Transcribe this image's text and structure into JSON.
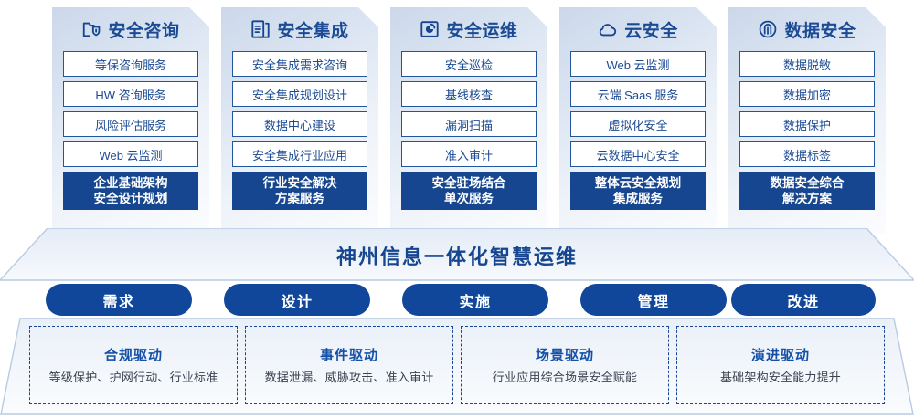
{
  "columns": [
    {
      "icon": "folder-shield-icon",
      "title": "安全咨询",
      "items": [
        "等保咨询服务",
        "HW 咨询服务",
        "风险评估服务",
        "Web 云监测"
      ],
      "primary": [
        "企业基础架构",
        "安全设计规划"
      ]
    },
    {
      "icon": "documents-stack-icon",
      "title": "安全集成",
      "items": [
        "安全集成需求咨询",
        "安全集成规划设计",
        "数据中心建设",
        "安全集成行业应用"
      ],
      "primary": [
        "行业安全解决",
        "方案服务"
      ]
    },
    {
      "icon": "monitor-chart-icon",
      "title": "安全运维",
      "items": [
        "安全巡检",
        "基线核查",
        "漏洞扫描",
        "准入审计"
      ],
      "primary": [
        "安全驻场结合",
        "单次服务"
      ]
    },
    {
      "icon": "cloud-icon",
      "title": "云安全",
      "items": [
        "Web 云监测",
        "云端 Saas 服务",
        "虚拟化安全",
        "云数据中心安全"
      ],
      "primary": [
        "整体云安全规划",
        "集成服务"
      ]
    },
    {
      "icon": "fingerprint-icon",
      "title": "数据安全",
      "items": [
        "数据脱敏",
        "数据加密",
        "数据保护",
        "数据标签"
      ],
      "primary": [
        "数据安全综合",
        "解决方案"
      ]
    }
  ],
  "banner": {
    "title": "神州信息一体化智慧运维"
  },
  "phases": [
    {
      "label": "需求"
    },
    {
      "label": "设计"
    },
    {
      "label": "实施"
    },
    {
      "label": "管理"
    },
    {
      "label": "改进"
    }
  ],
  "drivers": [
    {
      "title": "合规驱动",
      "subtitle": "等级保护、护网行动、行业标准"
    },
    {
      "title": "事件驱动",
      "subtitle": "数据泄漏、威胁攻击、准入审计"
    },
    {
      "title": "场景驱动",
      "subtitle": "行业应用综合场景安全赋能"
    },
    {
      "title": "演进驱动",
      "subtitle": "基础架构安全能力提升"
    }
  ],
  "colors": {
    "primary_blue": "#16468f",
    "pill_blue": "#11479a",
    "text_blue": "#1b4b94",
    "dashed_border": "#17459a"
  }
}
